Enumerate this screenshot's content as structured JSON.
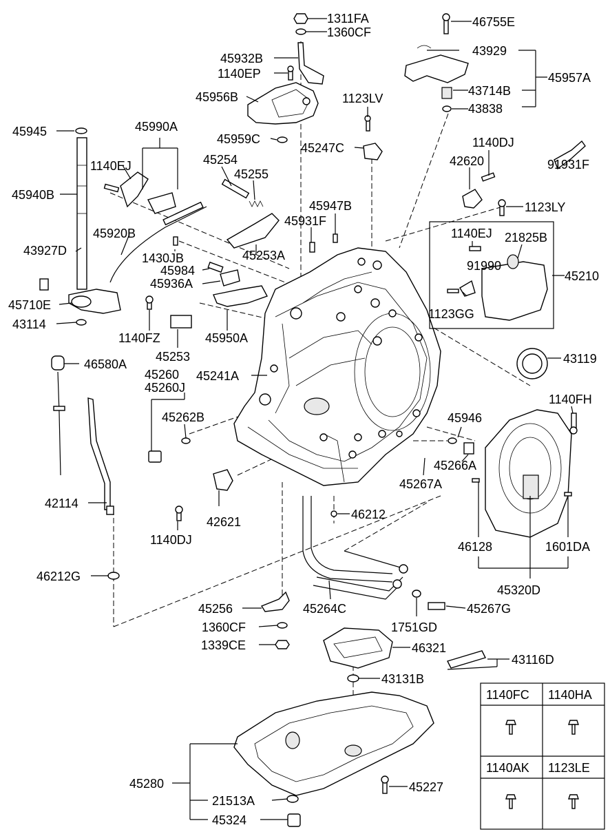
{
  "labels": [
    "1311FA",
    "1360CF",
    "46755E",
    "43929",
    "45932B",
    "1140EP",
    "45957A",
    "45956B",
    "43714B",
    "43838",
    "1123LV",
    "45945",
    "45990A",
    "45959C",
    "45247C",
    "1140DJ",
    "42620",
    "91931F",
    "1140EJ",
    "45254",
    "45255",
    "45940B",
    "1123LY",
    "45947B",
    "45931F",
    "45920B",
    "1140EJ",
    "21825B",
    "43927D",
    "1430JB",
    "45253A",
    "91990",
    "45210",
    "45984",
    "45936A",
    "45710E",
    "1123GG",
    "43114",
    "1140FZ",
    "45950A",
    "43119",
    "45253",
    "46580A",
    "45260",
    "45241A",
    "45260J",
    "1140FH",
    "45262B",
    "45946",
    "45266A",
    "42114",
    "45267A",
    "42621",
    "46212",
    "1140DJ",
    "46128",
    "1601DA",
    "46212G",
    "45320D",
    "45256",
    "45264C",
    "45267G",
    "1360CF",
    "1751GD",
    "1339CE",
    "46321",
    "43116D",
    "43131B",
    "45280",
    "45227",
    "21513A",
    "45324"
  ],
  "legend": {
    "cells": [
      "1140FC",
      "1140HA",
      "1140AK",
      "1123LE"
    ],
    "icon": "bolt-icon"
  },
  "colors": {
    "line": "#000000",
    "background": "#ffffff",
    "shade": "#e8e8e8"
  }
}
